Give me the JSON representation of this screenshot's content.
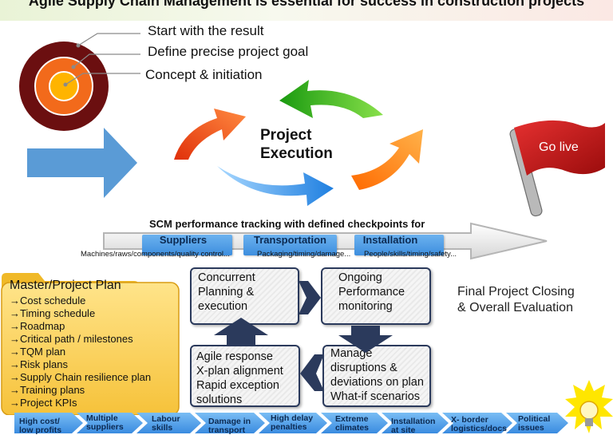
{
  "title": "Agile Supply Chain Management is essential for success in construction projects",
  "target_labels": [
    "Start with the result",
    "Define precise project goal",
    "Concept & initiation"
  ],
  "center_title": [
    "Project",
    "Execution"
  ],
  "flag_label": "Go live",
  "scm_heading": "SCM performance tracking with defined checkpoints for",
  "stages": [
    {
      "title": "Suppliers",
      "desc": "Machines/raws/components/quality control..."
    },
    {
      "title": "Transportation",
      "desc": "Packaging/timing/damage..."
    },
    {
      "title": "Installation",
      "desc": "People/skills/timing/safety..."
    }
  ],
  "cycle_boxes": [
    {
      "lines": [
        "Concurrent",
        "Planning &",
        "execution"
      ]
    },
    {
      "lines": [
        "Ongoing",
        "Performance",
        "monitoring"
      ]
    },
    {
      "lines": [
        "Manage",
        "disruptions &",
        "deviations on plan",
        "What-if scenarios"
      ]
    },
    {
      "lines": [
        "Agile response",
        "X-plan alignment",
        "Rapid exception",
        "solutions"
      ]
    }
  ],
  "closing": [
    "Final Project Closing",
    "& Overall Evaluation"
  ],
  "plan": {
    "title": "Master/Project Plan",
    "items": [
      "Cost schedule",
      "Timing schedule",
      "Roadmap",
      "Critical path / milestones",
      "TQM plan",
      "Risk plans",
      "Supply Chain resilience plan",
      "Training plans",
      "Project KPIs"
    ]
  },
  "risks": [
    [
      "High cost/",
      "low profits"
    ],
    [
      "Multiple",
      "suppliers"
    ],
    [
      "Labour",
      "skills"
    ],
    [
      "Damage in",
      "transport"
    ],
    [
      "High delay",
      "penalties"
    ],
    [
      "Extreme",
      "climates"
    ],
    [
      "Installation",
      "at site"
    ],
    [
      "X- border",
      "logistics/docs"
    ],
    [
      "Political",
      "issues"
    ]
  ],
  "colors": {
    "target_outer": "#6b0f10",
    "target_mid": "#f26a1b",
    "target_inner": "#ffb400",
    "accent_blue": "#3d8ede",
    "navy": "#2b3a5c"
  }
}
